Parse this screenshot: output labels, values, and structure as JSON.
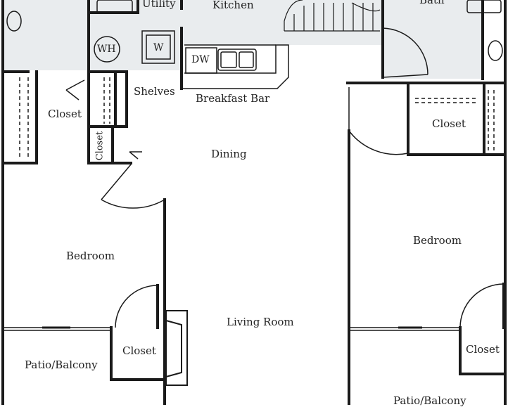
{
  "plan": {
    "rooms": {
      "utility": "Utility",
      "kitchen": "Kitchen",
      "bath": "Bath",
      "closet_left": "Closet",
      "closet_small": "Closet",
      "shelves": "Shelves",
      "breakfast_bar": "Breakfast Bar",
      "dining": "Dining",
      "closet_right_top": "Closet",
      "bedroom_left": "Bedroom",
      "bedroom_right": "Bedroom",
      "living_room": "Living Room",
      "closet_left_bottom": "Closet",
      "closet_right_bottom": "Closet",
      "patio_left": "Patio/Balcony",
      "patio_right": "Patio/Balcony"
    },
    "fixtures": {
      "water_heater": "WH",
      "washer": "W",
      "dishwasher": "DW"
    },
    "colors": {
      "wall": "#1a1a1a",
      "floor_shade": "#e9ecee",
      "background": "#ffffff"
    }
  }
}
